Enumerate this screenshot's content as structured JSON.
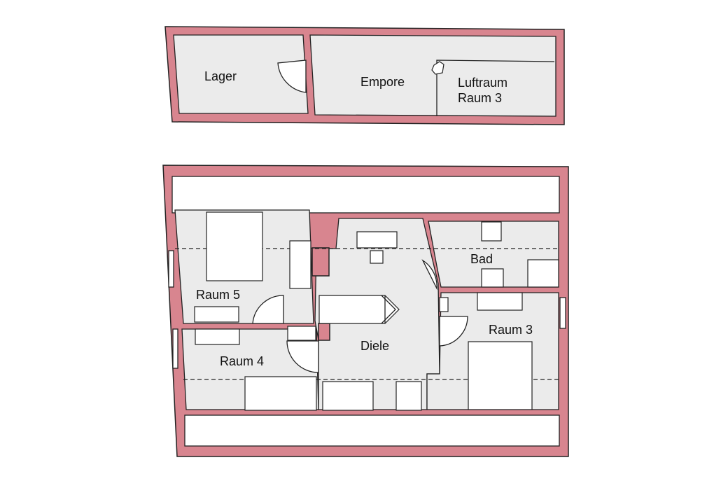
{
  "colors": {
    "wall": "#d8858f",
    "floor": "#ebebeb",
    "background": "#ffffff"
  },
  "upper_floor": {
    "rooms": {
      "lager": "Lager",
      "empore": "Empore",
      "luftraum_line1": "Luftraum",
      "luftraum_line2": "Raum 3"
    }
  },
  "main_floor": {
    "rooms": {
      "raum5": "Raum 5",
      "raum4": "Raum 4",
      "diele": "Diele",
      "bad": "Bad",
      "raum3": "Raum 3"
    }
  }
}
